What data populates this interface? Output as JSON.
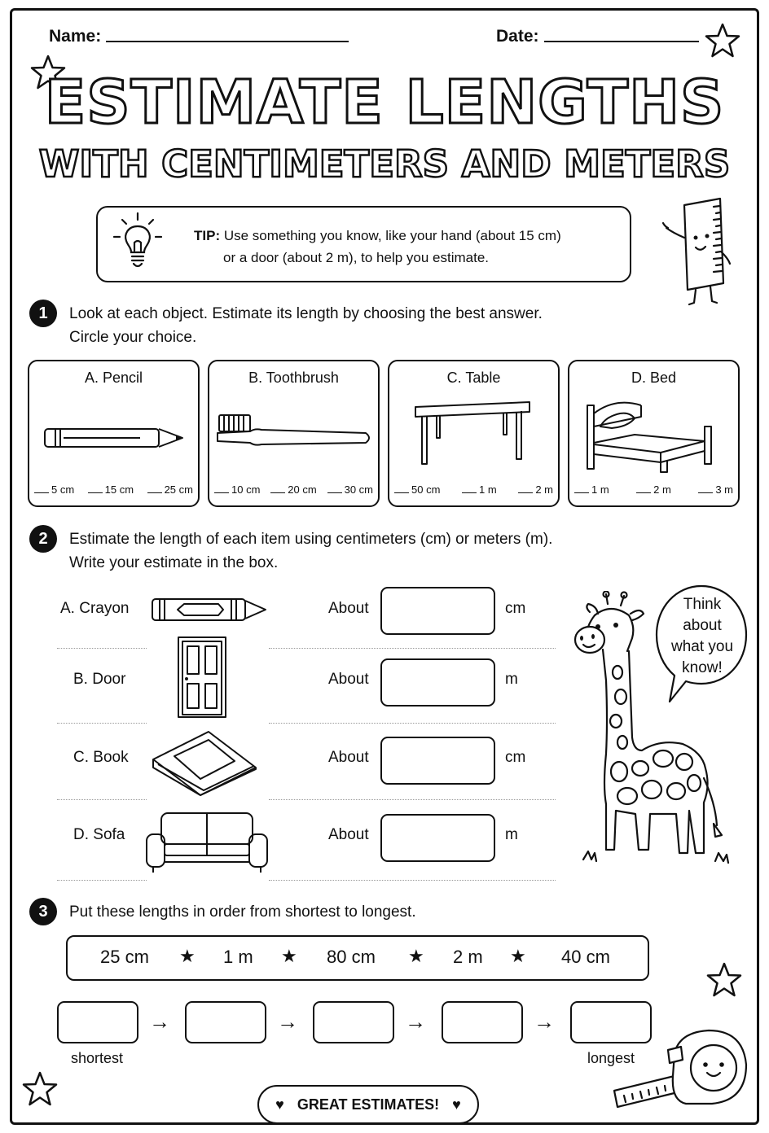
{
  "header": {
    "name_label": "Name:",
    "date_label": "Date:"
  },
  "title": {
    "main": "ESTIMATE LENGTHS",
    "sub": "WITH CENTIMETERS AND METERS"
  },
  "tip": {
    "label": "TIP:",
    "line1": "Use something you know, like your hand (about 15 cm)",
    "line2": "or a door (about 2 m), to help you estimate."
  },
  "q1": {
    "number": "1",
    "line1": "Look at each object. Estimate its length by choosing the best answer.",
    "line2": "Circle your choice.",
    "cards": [
      {
        "title": "A. Pencil",
        "options": [
          "5 cm",
          "15 cm",
          "25 cm"
        ]
      },
      {
        "title": "B. Toothbrush",
        "options": [
          "10 cm",
          "20 cm",
          "30 cm"
        ]
      },
      {
        "title": "C. Table",
        "options": [
          "50 cm",
          "1 m",
          "2 m"
        ]
      },
      {
        "title": "D. Bed",
        "options": [
          "1 m",
          "2 m",
          "3 m"
        ]
      }
    ]
  },
  "q2": {
    "number": "2",
    "line1": "Estimate the length of each item using centimeters (cm) or meters (m).",
    "line2": "Write your estimate in the box.",
    "about": "About",
    "items": [
      {
        "label": "A. Crayon",
        "unit": "cm"
      },
      {
        "label": "B. Door",
        "unit": "m"
      },
      {
        "label": "C. Book",
        "unit": "cm"
      },
      {
        "label": "D. Sofa",
        "unit": "m"
      }
    ],
    "bubble": [
      "Think",
      "about",
      "what you",
      "know!"
    ]
  },
  "q3": {
    "number": "3",
    "line1": "Put these lengths in order from shortest to longest.",
    "lengths": [
      "25 cm",
      "1 m",
      "80 cm",
      "2 m",
      "40 cm"
    ],
    "separator": "★",
    "arrow": "→",
    "shortest": "shortest",
    "longest": "longest"
  },
  "footer": {
    "banner": "GREAT ESTIMATES!",
    "heart": "♥"
  },
  "icons": {
    "star": "star-outline-icon",
    "bulb": "lightbulb-icon",
    "ruler": "ruler-mascot-icon",
    "giraffe": "giraffe-icon",
    "tape": "tape-measure-icon"
  }
}
